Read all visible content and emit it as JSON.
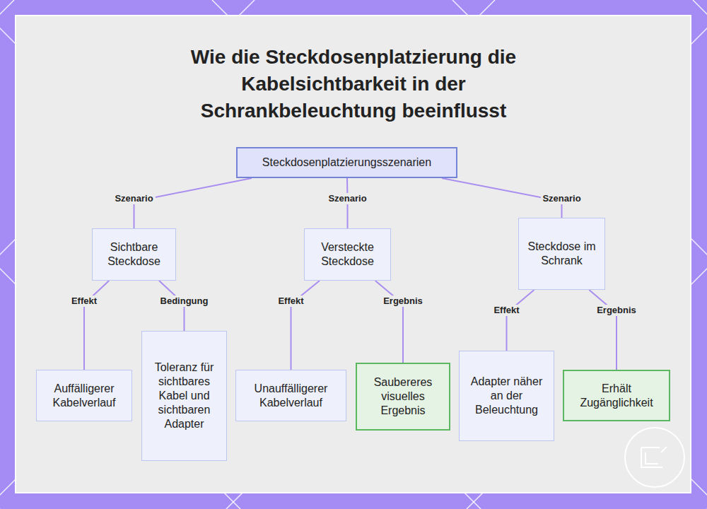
{
  "diagram": {
    "title": "Wie die Steckdosenplatzierung die Kabelsichtbarkeit in der Schrankbeleuchtung beeinflusst",
    "nodes": [
      {
        "text": [
          "Steckdosenplatzierungsszenarien"
        ]
      },
      {
        "text": [
          "Sichtbare Steckdose"
        ]
      },
      {
        "text": [
          "Versteckte Steckdose"
        ]
      },
      {
        "text": [
          "Steckdose im Schrank"
        ]
      },
      {
        "text": [
          "Auffälligerer Kabelverlauf"
        ]
      },
      {
        "text": [
          "Toleranz für sichtbares Kabel und sichtbaren Adapter"
        ]
      },
      {
        "text": [
          "Unauffälligerer Kabelverlauf"
        ]
      },
      {
        "text": [
          "Saubereres visuelles Ergebnis"
        ]
      },
      {
        "text": [
          "Adapter näher an der Beleuchtung"
        ]
      },
      {
        "text": [
          "Erhält Zugänglichkeit"
        ]
      }
    ],
    "edges": [
      {
        "from": 0,
        "to": 1,
        "label": "Szenario",
        "arrow": "none"
      },
      {
        "from": 0,
        "to": 2,
        "label": "Szenario",
        "arrow": "none"
      },
      {
        "from": 0,
        "to": 3,
        "label": "Szenario",
        "arrow": "none"
      },
      {
        "from": 1,
        "to": 4,
        "label": "Effekt",
        "arrow": "none"
      },
      {
        "from": 1,
        "to": 5,
        "label": "Bedingung",
        "arrow": "none"
      },
      {
        "from": 2,
        "to": 6,
        "label": "Effekt",
        "arrow": "none"
      },
      {
        "from": 2,
        "to": 7,
        "label": "Ergebnis",
        "arrow": "none"
      },
      {
        "from": 3,
        "to": 8,
        "label": "Effekt",
        "arrow": "none"
      },
      {
        "from": 3,
        "to": 9,
        "label": "Ergebnis",
        "arrow": "none"
      }
    ]
  }
}
